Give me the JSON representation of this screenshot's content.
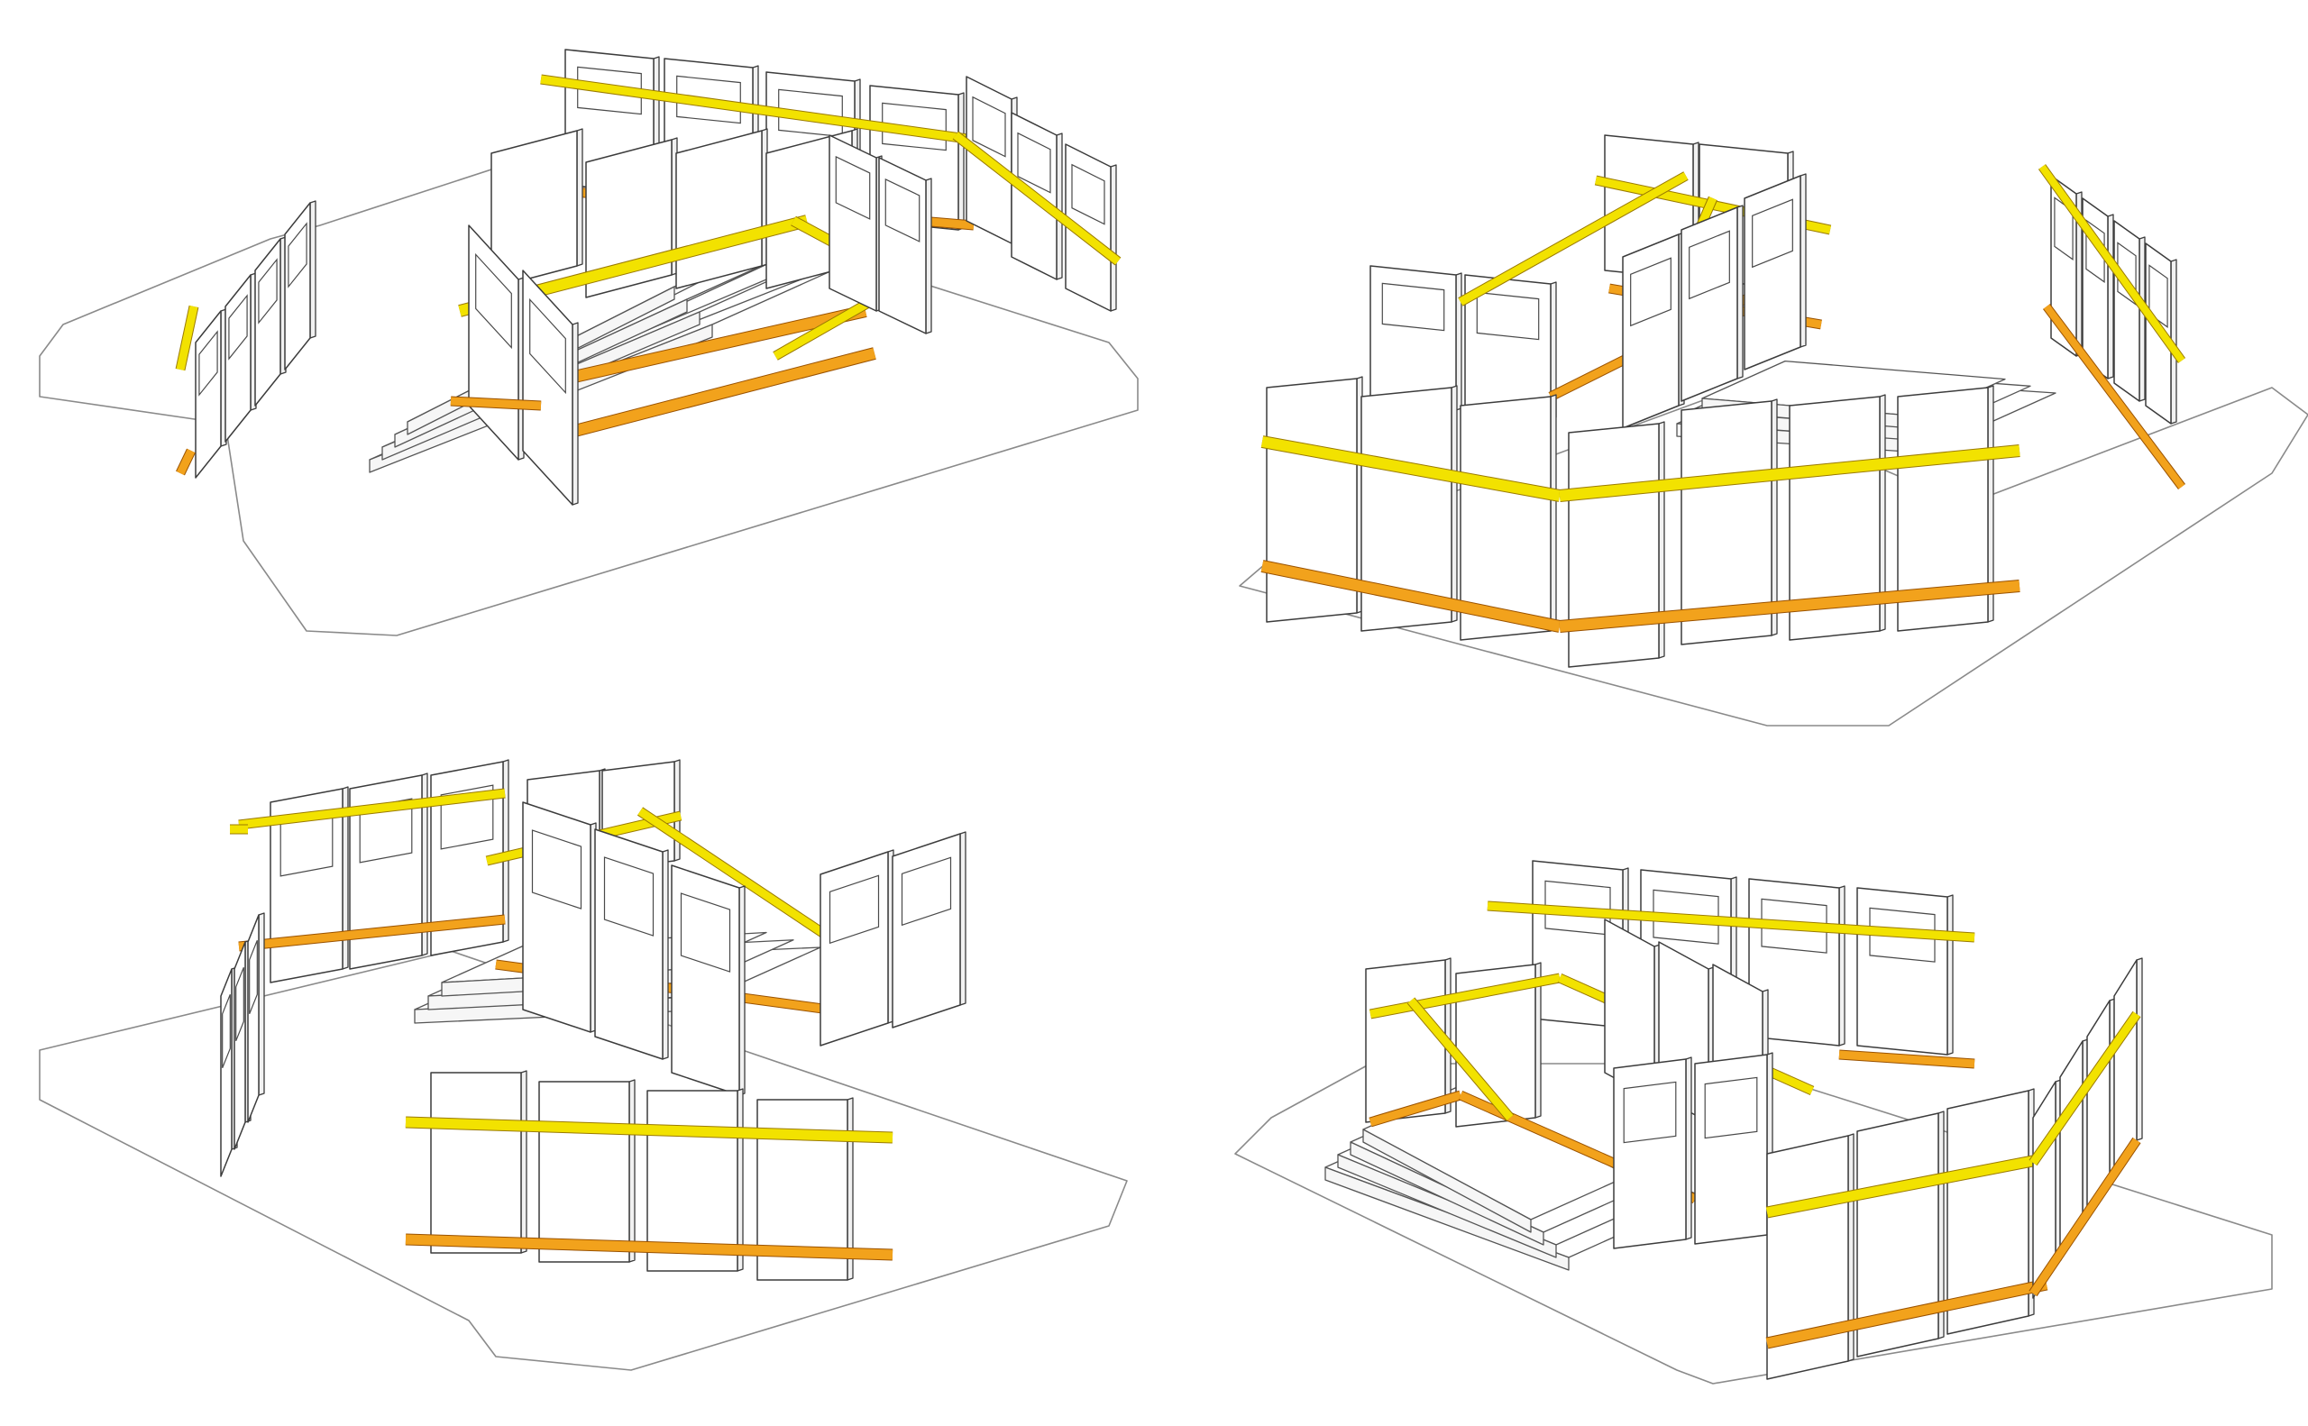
{
  "colors": {
    "background": "#ffffff",
    "upper_rail": "#f2e200",
    "lower_rail": "#f2a21c",
    "panel_stroke": "#3c3c3c",
    "ground_stroke": "#8a8a8a"
  },
  "views": [
    {
      "name": "view-top-left",
      "panels": 21,
      "rails": [
        "upper",
        "lower"
      ]
    },
    {
      "name": "view-top-right",
      "panels": 20,
      "rails": [
        "upper",
        "lower"
      ]
    },
    {
      "name": "view-bottom-left",
      "panels": 19,
      "rails": [
        "upper",
        "lower"
      ]
    },
    {
      "name": "view-bottom-right",
      "panels": 22,
      "rails": [
        "upper",
        "lower"
      ]
    }
  ]
}
